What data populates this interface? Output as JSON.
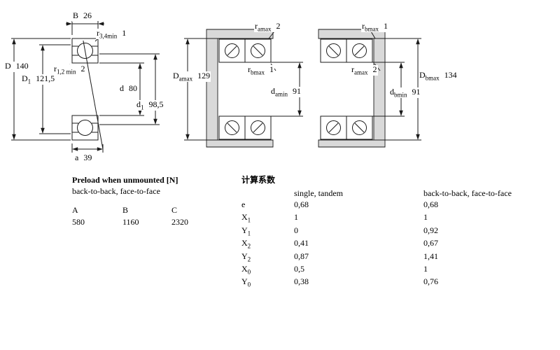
{
  "bearing_drawing": {
    "dims": {
      "B": {
        "sym": "B",
        "sub": "",
        "value": "26"
      },
      "r34": {
        "sym": "r",
        "sub": "3,4min",
        "value": "1"
      },
      "D": {
        "sym": "D",
        "sub": "",
        "value": "140"
      },
      "r12": {
        "sym": "r",
        "sub": "1,2 min",
        "value": "2"
      },
      "D1": {
        "sym": "D",
        "sub": "1",
        "value": "121,5"
      },
      "d": {
        "sym": "d",
        "sub": "",
        "value": "80"
      },
      "d1": {
        "sym": "d",
        "sub": "1",
        "value": "98,5"
      },
      "a": {
        "sym": "a",
        "sub": "",
        "value": "39"
      }
    }
  },
  "mounting_drawing_1": {
    "dims": {
      "ra": {
        "sym": "r",
        "sub": "amax",
        "value": "2"
      },
      "rb": {
        "sym": "r",
        "sub": "bmax",
        "value": "1"
      },
      "Da": {
        "sym": "D",
        "sub": "amax",
        "value": "129"
      },
      "da": {
        "sym": "d",
        "sub": "amin",
        "value": "91"
      }
    }
  },
  "mounting_drawing_2": {
    "dims": {
      "rb": {
        "sym": "r",
        "sub": "bmax",
        "value": "1"
      },
      "ra": {
        "sym": "r",
        "sub": "amax",
        "value": "2"
      },
      "Db": {
        "sym": "D",
        "sub": "bmax",
        "value": "134"
      },
      "db": {
        "sym": "d",
        "sub": "bmin",
        "value": "91"
      }
    }
  },
  "preload": {
    "title": "Preload when unmounted [N]",
    "subtitle": "back-to-back, face-to-face",
    "headers": [
      "A",
      "B",
      "C"
    ],
    "values": [
      "580",
      "1160",
      "2320"
    ]
  },
  "factors": {
    "title": "计算系数",
    "col1": "single, tandem",
    "col2": "back-to-back, face-to-face",
    "rows": [
      {
        "sym": "e",
        "sub": "",
        "v1": "0,68",
        "v2": "0,68"
      },
      {
        "sym": "X",
        "sub": "1",
        "v1": "1",
        "v2": "1"
      },
      {
        "sym": "Y",
        "sub": "1",
        "v1": "0",
        "v2": "0,92"
      },
      {
        "sym": "X",
        "sub": "2",
        "v1": "0,41",
        "v2": "0,67"
      },
      {
        "sym": "Y",
        "sub": "2",
        "v1": "0,87",
        "v2": "1,41"
      },
      {
        "sym": "X",
        "sub": "0",
        "v1": "0,5",
        "v2": "1"
      },
      {
        "sym": "Y",
        "sub": "0",
        "v1": "0,38",
        "v2": "0,76"
      }
    ]
  },
  "colors": {
    "line": "#1a1a1a",
    "housing_gray": "#d9d9d9",
    "background": "#ffffff"
  }
}
